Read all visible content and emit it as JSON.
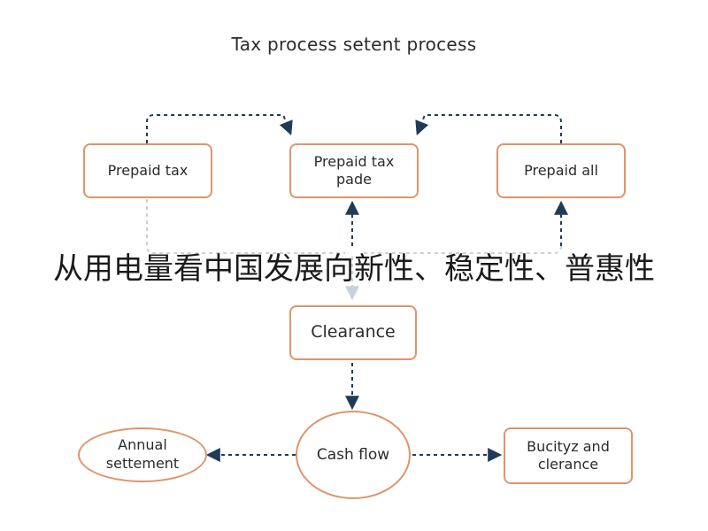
{
  "title": "Tax process setent process",
  "overlay_caption": "从用电量看中国发展向新性、稳定性、普惠性",
  "nodes": {
    "prepaid_tax": "Prepaid tax",
    "prepaid_tax_pade": "Prepaid tax\npade",
    "prepaid_all": "Prepaid all",
    "clearance": "Clearance",
    "cash_flow": "Cash flow",
    "annual_settlement": "Annual\nsettement",
    "bucity_clearance": "Bucityz and\nclerance"
  },
  "colors": {
    "node_border": "#e0946a",
    "arrow": "#1f3b57",
    "faded_arrow": "#c9d2da",
    "text": "#2b2b2b"
  }
}
